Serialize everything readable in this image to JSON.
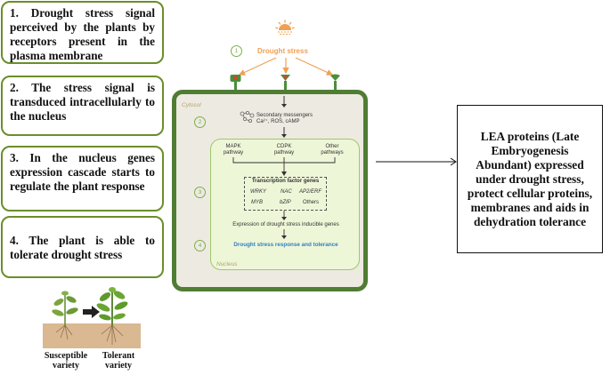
{
  "steps": [
    {
      "text": "1. Drought stress signal perceived by the plants by receptors present in the plasma membrane"
    },
    {
      "text": "2. The stress signal is transduced intracellularly to the nucleus"
    },
    {
      "text": "3. In the nucleus genes expression cascade starts to regulate the plant response"
    },
    {
      "text": "4. The plant is able to tolerate drought stress"
    }
  ],
  "diagram": {
    "drought_label": "Drought stress",
    "cytosol_label": "Cytosol",
    "nucleus_label": "Nucleus",
    "step_numbers": [
      "1",
      "2",
      "3",
      "4"
    ],
    "messengers_line1": "Secondary messengers",
    "messengers_line2": "Ca²⁺, ROS, cAMP",
    "pathways": [
      {
        "line1": "MAPK",
        "line2": "pathway"
      },
      {
        "line1": "CDPK",
        "line2": "pathway"
      },
      {
        "line1": "Other",
        "line2": "pathways"
      }
    ],
    "tf_title": "Transcription factor genes",
    "tf_row1": [
      "WRKY",
      "NAC",
      "AP2/ERF"
    ],
    "tf_row2": [
      "MYB",
      "bZIP",
      "Others"
    ],
    "expression_label": "Expression of drought stress inducible genes",
    "response_label": "Drought stress response and tolerance",
    "colors": {
      "cell_wall": "#4f7d34",
      "nucleus_fill": "#eef6d8",
      "drought": "#f0a052",
      "response": "#2f7fc1"
    }
  },
  "lea_text": "LEA proteins (Late Embryogenesis Abundant) expressed under drought stress, protect cellular proteins, membranes and aids in dehydration tolerance",
  "varieties": {
    "susceptible": "Susceptible variety",
    "tolerant": "Tolerant variety"
  }
}
